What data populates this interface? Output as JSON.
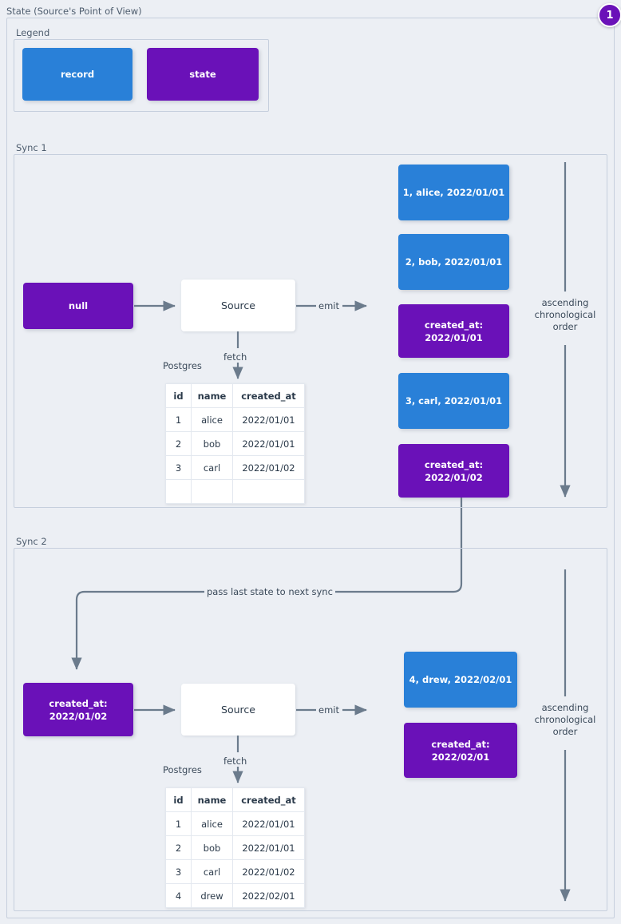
{
  "diagram": {
    "title": "State (Source's Point of View)",
    "badge": "1"
  },
  "legend": {
    "label": "Legend",
    "items": [
      {
        "label": "record",
        "color": "#2980d8",
        "kind": "record"
      },
      {
        "label": "state",
        "color": "#6a11b8",
        "kind": "state"
      }
    ]
  },
  "sync1": {
    "label": "Sync 1",
    "input_state": "null",
    "source": "Source",
    "fetch_label": "fetch",
    "db_label": "Postgres",
    "emit_label": "emit",
    "order_label": "ascending\nchronological\norder",
    "table": {
      "headers": [
        "id",
        "name",
        "created_at"
      ],
      "rows": [
        [
          "1",
          "alice",
          "2022/01/01"
        ],
        [
          "2",
          "bob",
          "2022/01/01"
        ],
        [
          "3",
          "carl",
          "2022/01/02"
        ],
        [
          "",
          "",
          ""
        ]
      ]
    },
    "emitted": [
      {
        "kind": "record",
        "text": "1, alice, 2022/01/01"
      },
      {
        "kind": "record",
        "text": "2, bob, 2022/01/01"
      },
      {
        "kind": "state",
        "text": "created_at:\n2022/01/01"
      },
      {
        "kind": "record",
        "text": "3, carl, 2022/01/01"
      },
      {
        "kind": "state",
        "text": "created_at:\n2022/01/02"
      }
    ]
  },
  "sync2": {
    "label": "Sync 2",
    "input_state": "created_at:\n2022/01/02",
    "source": "Source",
    "fetch_label": "fetch",
    "db_label": "Postgres",
    "emit_label": "emit",
    "pass_state_label": "pass last state to next sync",
    "order_label": "ascending\nchronological\norder",
    "table": {
      "headers": [
        "id",
        "name",
        "created_at"
      ],
      "rows": [
        [
          "1",
          "alice",
          "2022/01/01"
        ],
        [
          "2",
          "bob",
          "2022/01/01"
        ],
        [
          "3",
          "carl",
          "2022/01/02"
        ],
        [
          "4",
          "drew",
          "2022/02/01"
        ]
      ]
    },
    "emitted": [
      {
        "kind": "record",
        "text": "4, drew, 2022/02/01"
      },
      {
        "kind": "state",
        "text": "created_at:\n2022/02/01"
      }
    ]
  },
  "colors": {
    "record": "#2980d8",
    "state": "#6a11b8",
    "background": "#eceff4",
    "frame_border": "#c6cfdd",
    "connector": "#6b7b8c",
    "text": "#3b4a5a"
  }
}
